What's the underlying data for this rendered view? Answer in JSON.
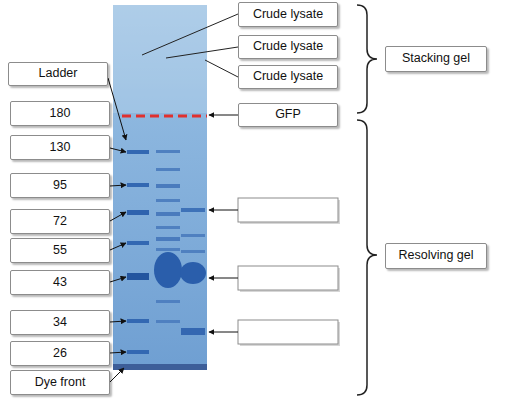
{
  "diagram": {
    "nodes": [
      {
        "text": [
          "Crude lysate"
        ]
      },
      {
        "text": [
          "Crude lysate"
        ]
      },
      {
        "text": [
          "Stacking gel"
        ]
      },
      {
        "text": [
          "Ladder"
        ]
      },
      {
        "text": [
          "Crude lysate"
        ]
      },
      {
        "text": [
          "180"
        ]
      },
      {
        "text": [
          "GFP"
        ]
      },
      {
        "text": [
          "130"
        ]
      },
      {
        "text": [
          "95"
        ]
      },
      {
        "text": [
          "72"
        ]
      },
      {
        "text": [
          "55"
        ]
      },
      {
        "text": [
          "Resolving gel"
        ]
      },
      {
        "text": [
          "43"
        ]
      },
      {
        "text": [
          "34"
        ]
      },
      {
        "text": [
          "26"
        ]
      },
      {
        "text": [
          "Dye front"
        ]
      }
    ]
  }
}
